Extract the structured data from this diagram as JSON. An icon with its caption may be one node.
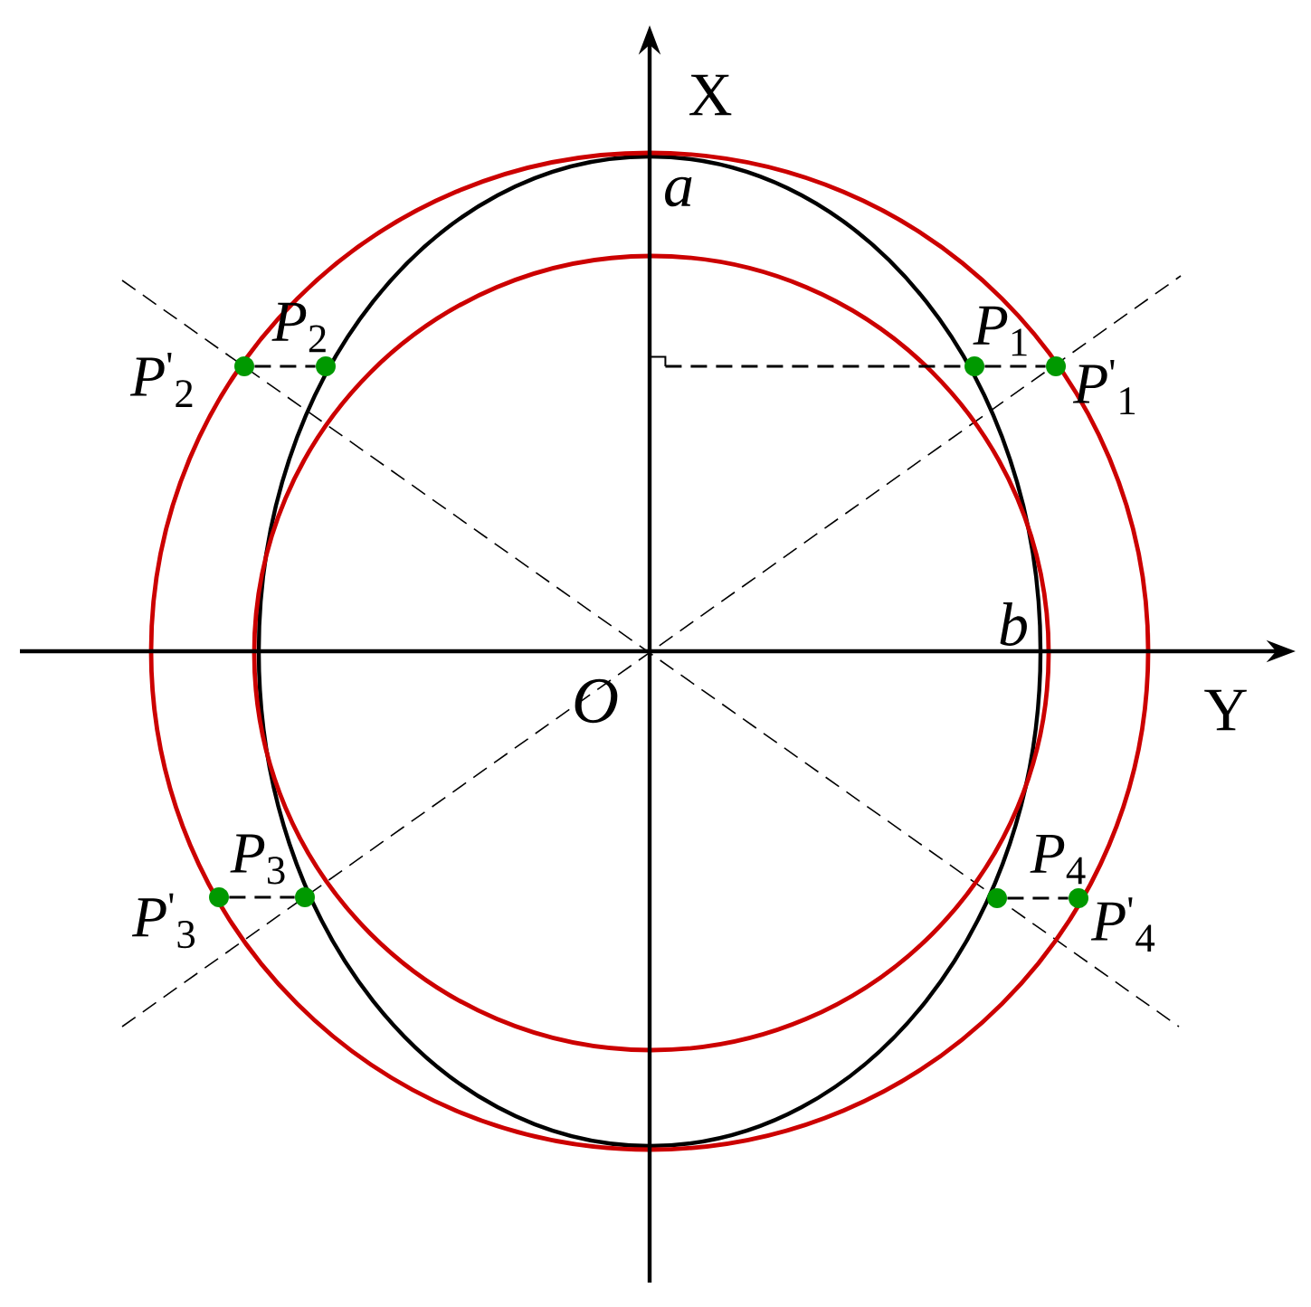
{
  "diagram": {
    "nodes": [
      {
        "text": [],
        "shape": "circle",
        "beside": [
          "*P*$^{'}$$_{2}$"
        ]
      },
      {
        "text": [],
        "shape": "circle",
        "beside": [
          "*P*$_{2}$"
        ]
      },
      {
        "text": [],
        "shape": "circle",
        "beside": [
          "*P*$_{1}$"
        ]
      },
      {
        "text": [],
        "shape": "circle",
        "beside": [
          "*P*$^{'}$$_{1}$"
        ]
      },
      {
        "text": [],
        "shape": "circle",
        "beside": [
          "*P*$^{'}$$_{3}$"
        ]
      },
      {
        "text": [],
        "shape": "circle",
        "beside": [
          "*P*$_{3}$"
        ]
      },
      {
        "text": [],
        "shape": "circle",
        "beside": [
          "*P*$_{4}$"
        ]
      },
      {
        "text": [],
        "shape": "circle",
        "beside": [
          "*P*$^{'}$$_{4}$"
        ]
      },
      {
        "text": [],
        "shape": "box"
      }
    ],
    "edges": [
      {
        "from": 0,
        "to": 1,
        "arrow": "none",
        "style": "dashed"
      },
      {
        "from": 8,
        "to": 2,
        "arrow": "none",
        "style": "dashed"
      },
      {
        "from": 2,
        "to": 3,
        "arrow": "none",
        "style": "dashed"
      },
      {
        "from": 4,
        "to": 5,
        "arrow": "none",
        "style": "dashed"
      },
      {
        "from": 6,
        "to": 7,
        "arrow": "none",
        "style": "dashed"
      }
    ],
    "labels": [
      "X",
      "a",
      "b",
      "O",
      "Y"
    ]
  }
}
